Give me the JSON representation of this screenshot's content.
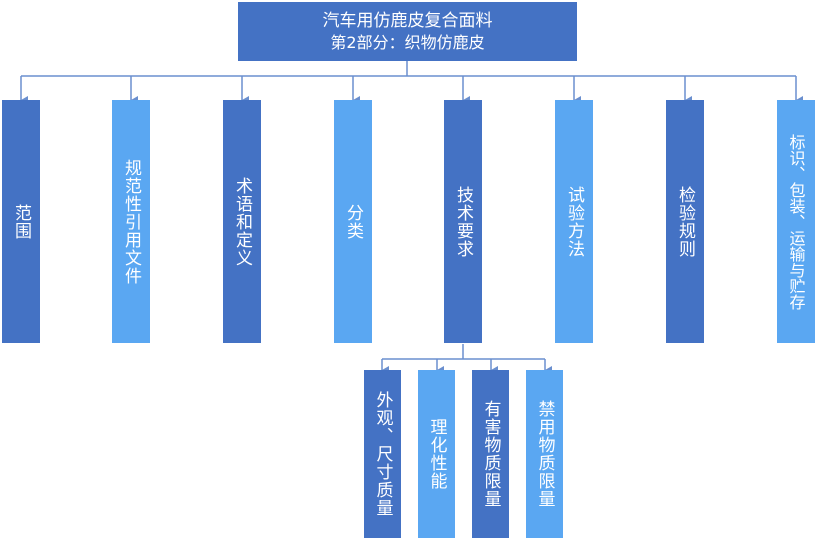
{
  "title": {
    "line1": "汽车用仿鹿皮复合面料",
    "line2": "第2部分：织物仿鹿皮"
  },
  "sections": [
    {
      "label": "范围",
      "shade": "dark"
    },
    {
      "label": "规范性引用文件",
      "shade": "light"
    },
    {
      "label": "术语和定义",
      "shade": "dark"
    },
    {
      "label": "分类",
      "shade": "light"
    },
    {
      "label": "技术要求",
      "shade": "dark"
    },
    {
      "label": "试验方法",
      "shade": "light"
    },
    {
      "label": "检验规则",
      "shade": "dark"
    },
    {
      "label": "标识、包装、运输与贮存",
      "shade": "light"
    }
  ],
  "technical_requirements": [
    {
      "label": "外观、尺寸质量",
      "shade": "dark"
    },
    {
      "label": "理化性能",
      "shade": "light"
    },
    {
      "label": "有害物质限量",
      "shade": "dark"
    },
    {
      "label": "禁用物质限量",
      "shade": "light"
    }
  ],
  "colors": {
    "dark": "#4472c4",
    "light": "#5aa7f2",
    "connector": "#6a8fcf"
  }
}
